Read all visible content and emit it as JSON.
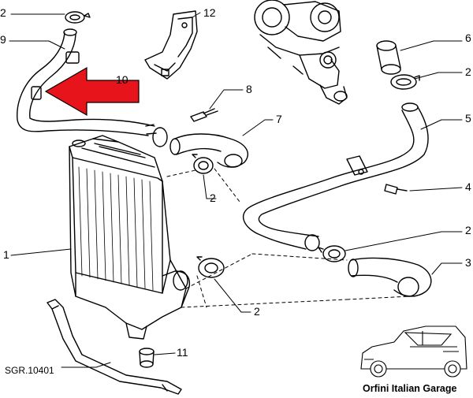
{
  "diagram": {
    "reference": "SGR.10401",
    "brand": "Orfini Italian Garage",
    "arrow_color": "#e8141c",
    "line_color": "#000000",
    "callouts": [
      {
        "id": "c2a",
        "text": "2"
      },
      {
        "id": "c9",
        "text": "9"
      },
      {
        "id": "c12",
        "text": "12"
      },
      {
        "id": "c10",
        "text": "10"
      },
      {
        "id": "c8",
        "text": "8"
      },
      {
        "id": "c7",
        "text": "7"
      },
      {
        "id": "c6",
        "text": "6"
      },
      {
        "id": "c2b",
        "text": "2"
      },
      {
        "id": "c5",
        "text": "5"
      },
      {
        "id": "c2c",
        "text": "2"
      },
      {
        "id": "c4",
        "text": "4"
      },
      {
        "id": "c2d",
        "text": "2"
      },
      {
        "id": "c1",
        "text": "1"
      },
      {
        "id": "c3",
        "text": "3"
      },
      {
        "id": "c2e",
        "text": "2"
      },
      {
        "id": "c11",
        "text": "11"
      }
    ]
  }
}
